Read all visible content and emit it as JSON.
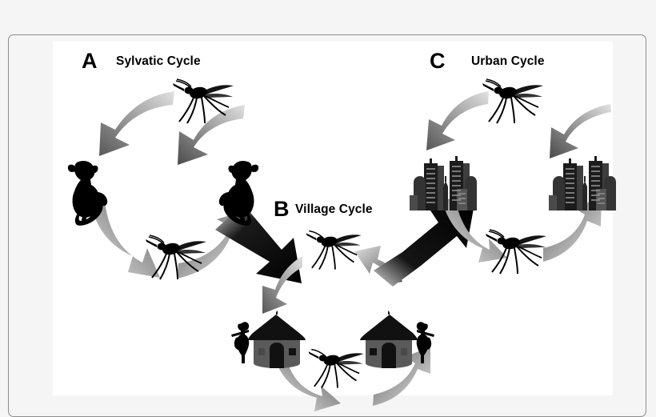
{
  "figure": {
    "kind": "arbovirus-transmission-cycle-diagram",
    "background_color": "#f5f5f5",
    "panel_color": "#ffffff",
    "border_color": "#8d8d8d",
    "silhouette_color": "#000000",
    "arrow_color_light": "#d9d9d9",
    "arrow_color_dark": "#5a5a5a",
    "transition_arrow_color": "#000000"
  },
  "panels": [
    {
      "id": "A",
      "letter": "A",
      "title": "Sylvatic Cycle",
      "hosts": [
        "monkey",
        "monkey"
      ],
      "vectors": [
        "mosquito",
        "mosquito"
      ]
    },
    {
      "id": "B",
      "letter": "B",
      "title": "Village Cycle",
      "hosts": [
        "hut-with-person",
        "hut-with-person"
      ],
      "vectors": [
        "mosquito",
        "mosquito"
      ]
    },
    {
      "id": "C",
      "letter": "C",
      "title": "Urban Cycle",
      "hosts": [
        "city-skyline",
        "city-skyline"
      ],
      "vectors": [
        "mosquito",
        "mosquito"
      ]
    }
  ],
  "transitions": [
    {
      "from": "A",
      "to": "B",
      "style": "solid-black-arrow",
      "direction": "down-right"
    },
    {
      "from": "B",
      "to": "C",
      "style": "solid-black-arrow",
      "direction": "up-right"
    }
  ]
}
